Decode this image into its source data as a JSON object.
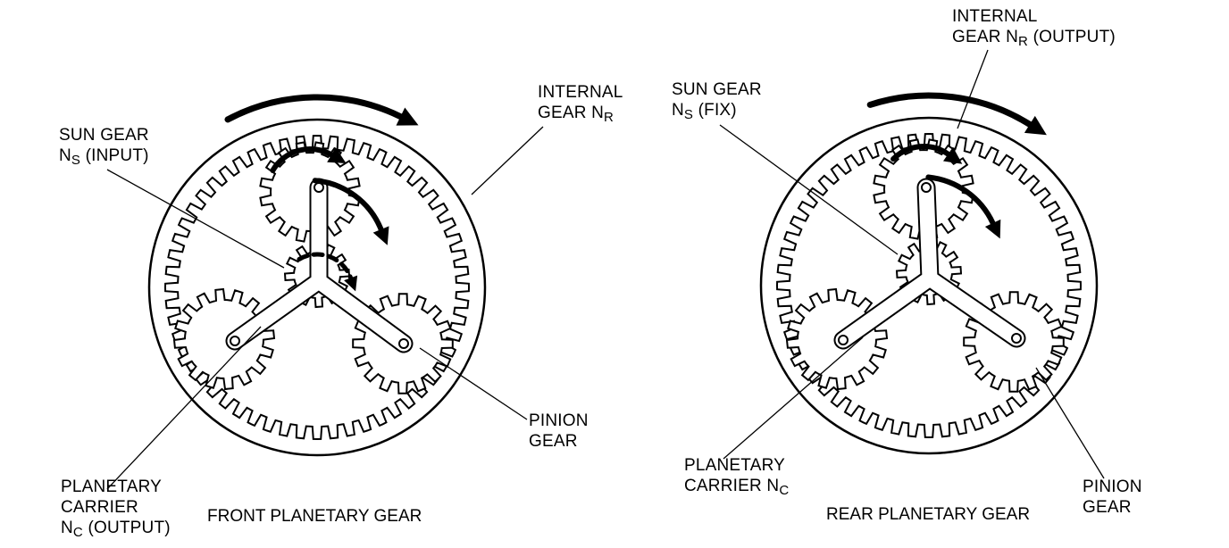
{
  "left": {
    "caption": "FRONT PLANETARY GEAR",
    "internal_gear": {
      "line1": "INTERNAL",
      "line2_text": "GEAR N",
      "line2_sub": "R"
    },
    "sun_gear": {
      "line1": "SUN GEAR",
      "line2_main": "N",
      "line2_sub": "S",
      "line2_rest": " (INPUT)"
    },
    "pinion_gear": {
      "line1": "PINION",
      "line2": "GEAR"
    },
    "planetary_carrier": {
      "line1": "PLANETARY",
      "line2": "CARRIER",
      "line3_main": "N",
      "line3_sub": "C",
      "line3_rest": " (OUTPUT)"
    }
  },
  "right": {
    "caption": "REAR PLANETARY GEAR",
    "internal_gear": {
      "line1": "INTERNAL",
      "line2_main": "GEAR N",
      "line2_sub": "R",
      "line2_rest": " (OUTPUT)"
    },
    "sun_gear": {
      "line1": "SUN GEAR",
      "line2_main": "N",
      "line2_sub": "S",
      "line2_rest": " (FIX)"
    },
    "pinion_gear": {
      "line1": "PINION",
      "line2": "GEAR"
    },
    "planetary_carrier": {
      "line1": "PLANETARY",
      "line2_main": "CARRIER N",
      "line2_sub": "C"
    }
  }
}
